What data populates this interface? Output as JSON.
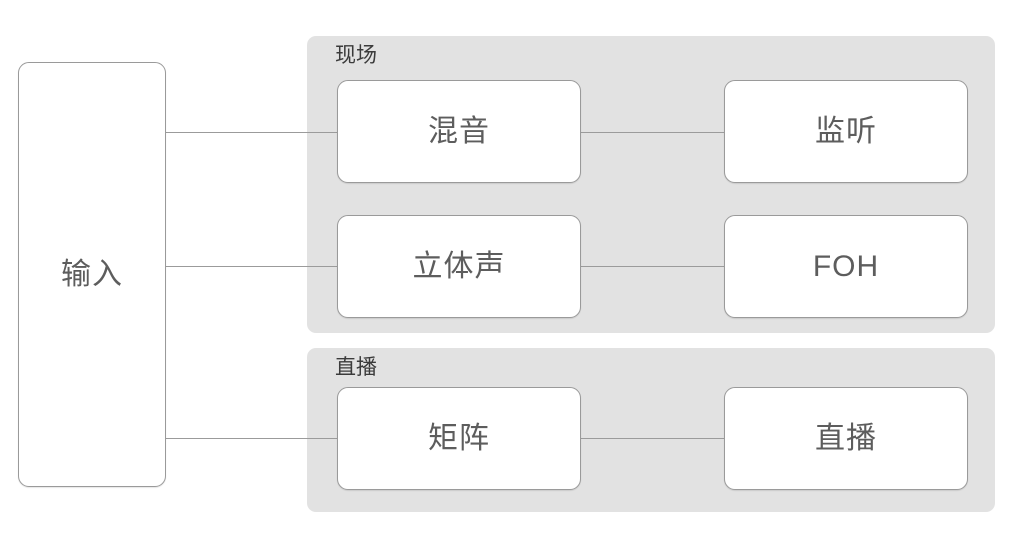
{
  "diagram": {
    "title": "",
    "colors": {
      "group_background": "#e2e2e2",
      "node_background": "#ffffff",
      "node_border": "#9a9a9a",
      "edge": "#9b9b9b",
      "node_text": "#5d5d5d",
      "group_text": "#3b3b3b",
      "canvas": "#ffffff"
    },
    "input_node": {
      "label": "输入"
    },
    "groups": [
      {
        "id": "live",
        "title": "现场",
        "nodes": [
          {
            "id": "mix",
            "label": "混音"
          },
          {
            "id": "monitor",
            "label": "监听"
          },
          {
            "id": "stereo",
            "label": "立体声"
          },
          {
            "id": "foh",
            "label": "FOH"
          }
        ]
      },
      {
        "id": "stream",
        "title": "直播",
        "nodes": [
          {
            "id": "matrix",
            "label": "矩阵"
          },
          {
            "id": "livestream",
            "label": "直播"
          }
        ]
      }
    ],
    "edges": [
      {
        "id": "input-to-mix",
        "from": "输入",
        "to": "混音"
      },
      {
        "id": "input-to-stereo",
        "from": "输入",
        "to": "立体声"
      },
      {
        "id": "input-to-matrix",
        "from": "输入",
        "to": "矩阵"
      },
      {
        "id": "mix-to-monitor",
        "from": "混音",
        "to": "监听"
      },
      {
        "id": "stereo-to-foh",
        "from": "立体声",
        "to": "FOH"
      },
      {
        "id": "matrix-to-livestream",
        "from": "矩阵",
        "to": "直播"
      }
    ]
  }
}
